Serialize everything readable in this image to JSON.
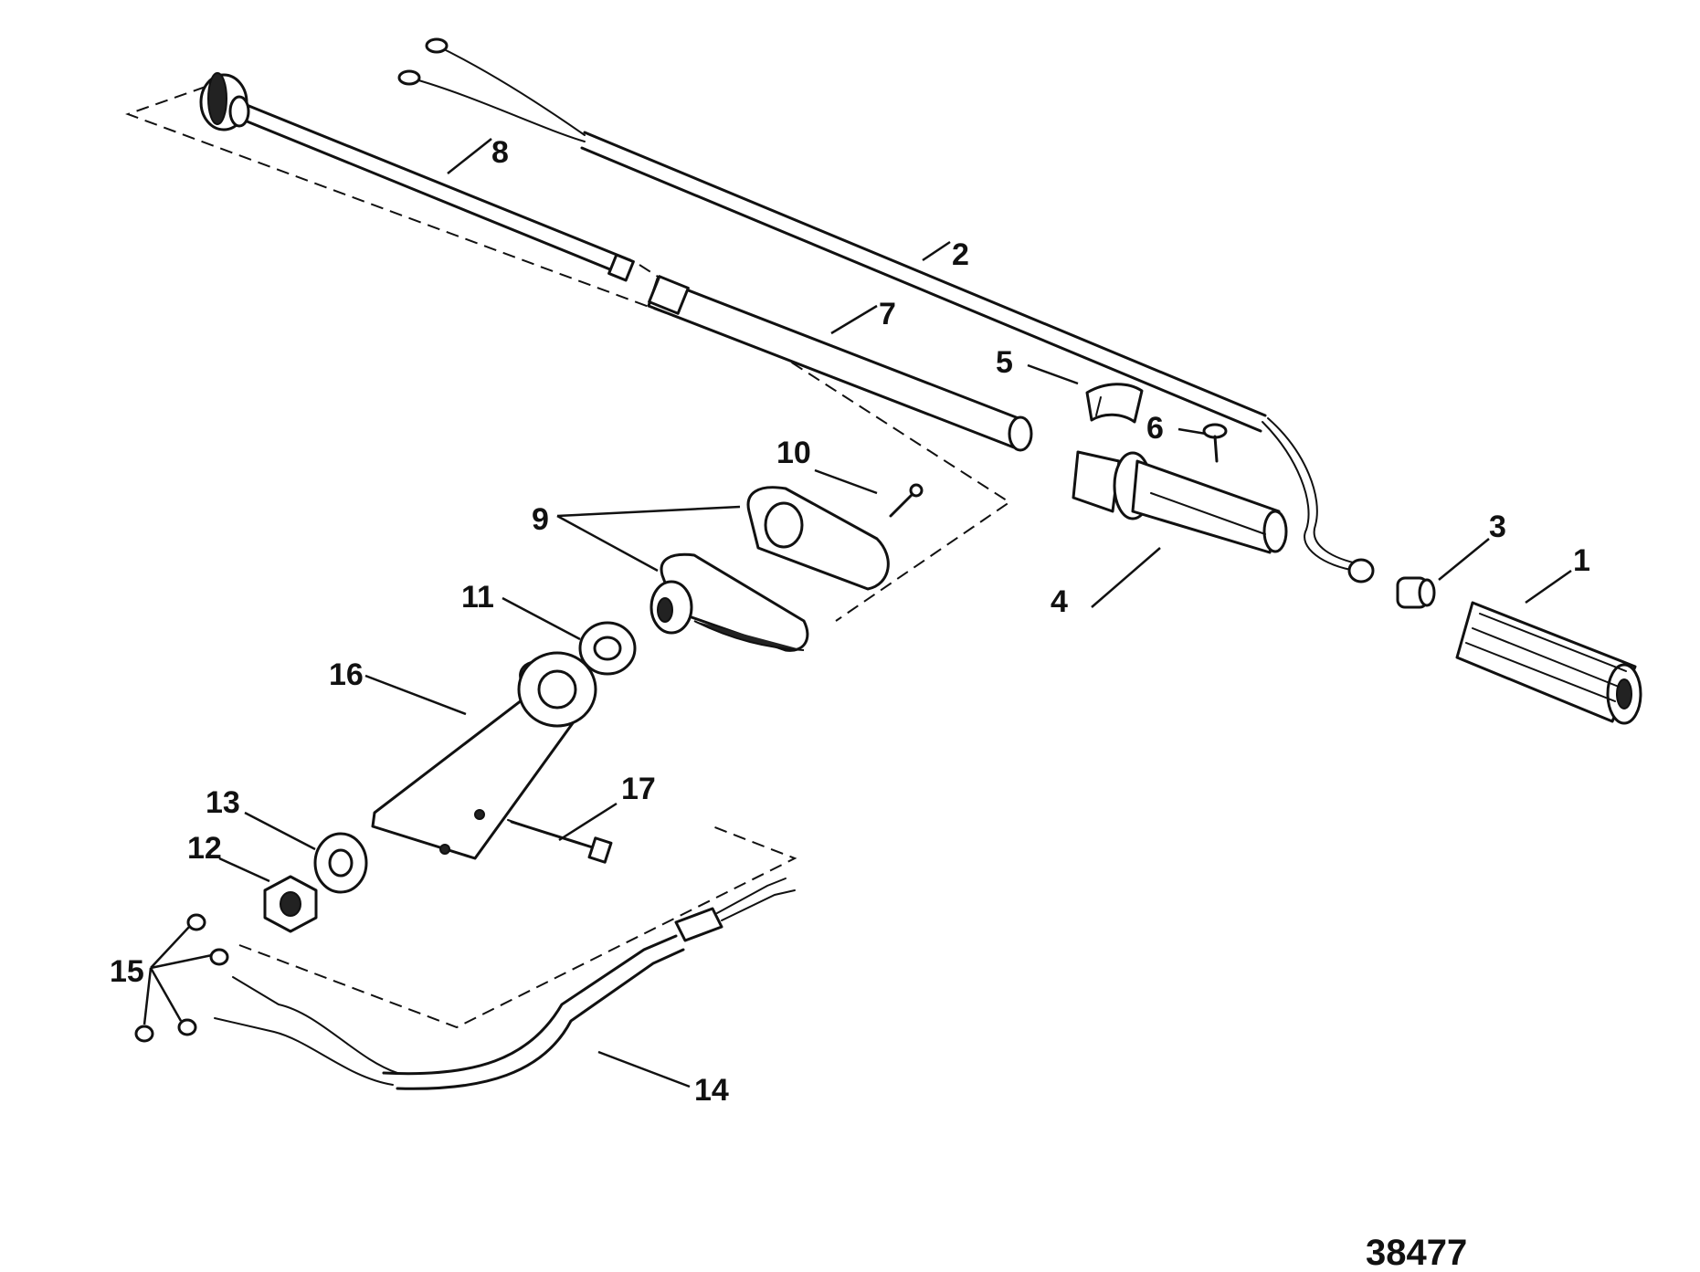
{
  "figure_number": "38477",
  "callouts": {
    "c1": "1",
    "c2": "2",
    "c3": "3",
    "c4": "4",
    "c5": "5",
    "c6": "6",
    "c7": "7",
    "c8": "8",
    "c9": "9",
    "c10": "10",
    "c11": "11",
    "c12": "12",
    "c13": "13",
    "c14": "14",
    "c15": "15",
    "c16": "16",
    "c17": "17"
  }
}
